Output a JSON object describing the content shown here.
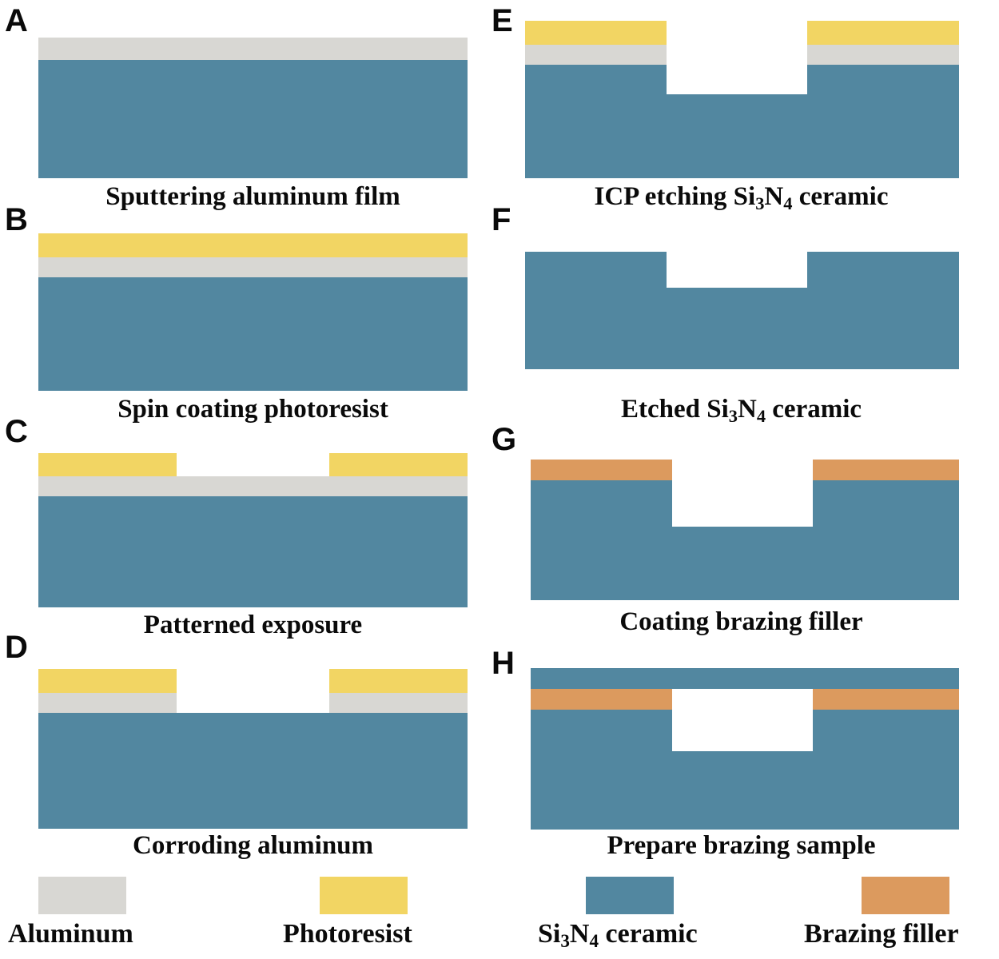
{
  "figure": {
    "type": "process-flow-schematic",
    "description": "Eight-step micro-fabrication cross-section schematic for Si3N4 ceramic brazing",
    "background_color": "#ffffff"
  },
  "materials": {
    "aluminum": {
      "name": "Aluminum",
      "color": "#d8d7d3"
    },
    "photoresist": {
      "name": "Photoresist",
      "color": "#f2d563"
    },
    "ceramic": {
      "name": "Si3N4 ceramic",
      "color": "#5287a0"
    },
    "brazing_filler": {
      "name": "Brazing filler",
      "color": "#dc9a5e"
    }
  },
  "panels": [
    {
      "letter": "A",
      "caption_prefix": "Sputtering aluminum film",
      "caption_plain": "Sputtering aluminum film"
    },
    {
      "letter": "B",
      "caption_prefix": "Spin coating photoresist",
      "caption_plain": "Spin coating photoresist"
    },
    {
      "letter": "C",
      "caption_prefix": "Patterned exposure",
      "caption_plain": "Patterned exposure"
    },
    {
      "letter": "D",
      "caption_prefix": "Corroding aluminum",
      "caption_plain": "Corroding aluminum"
    },
    {
      "letter": "E",
      "caption_prefix": "ICP etching Si",
      "caption_sub1": "3",
      "caption_mid": "N",
      "caption_sub2": "4",
      "caption_suffix": " ceramic",
      "caption_plain": "ICP etching Si3N4 ceramic"
    },
    {
      "letter": "F",
      "caption_prefix": "Etched Si",
      "caption_sub1": "3",
      "caption_mid": "N",
      "caption_sub2": "4",
      "caption_suffix": " ceramic",
      "caption_plain": "Etched Si3N4 ceramic"
    },
    {
      "letter": "G",
      "caption_prefix": "Coating brazing filler",
      "caption_plain": "Coating brazing filler"
    },
    {
      "letter": "H",
      "caption_prefix": "Prepare brazing sample",
      "caption_plain": "Prepare brazing sample"
    }
  ],
  "legend": {
    "items": [
      {
        "label": "Aluminum",
        "color": "#d8d7d3",
        "has_subscript": false
      },
      {
        "label": "Photoresist",
        "color": "#f2d563",
        "has_subscript": false
      },
      {
        "label_prefix": "Si",
        "label_sub1": "3",
        "label_mid": "N",
        "label_sub2": "4",
        "label_suffix": " ceramic",
        "label": "Si3N4 ceramic",
        "color": "#5287a0",
        "has_subscript": true
      },
      {
        "label": "Brazing filler",
        "color": "#dc9a5e",
        "has_subscript": false
      }
    ]
  }
}
